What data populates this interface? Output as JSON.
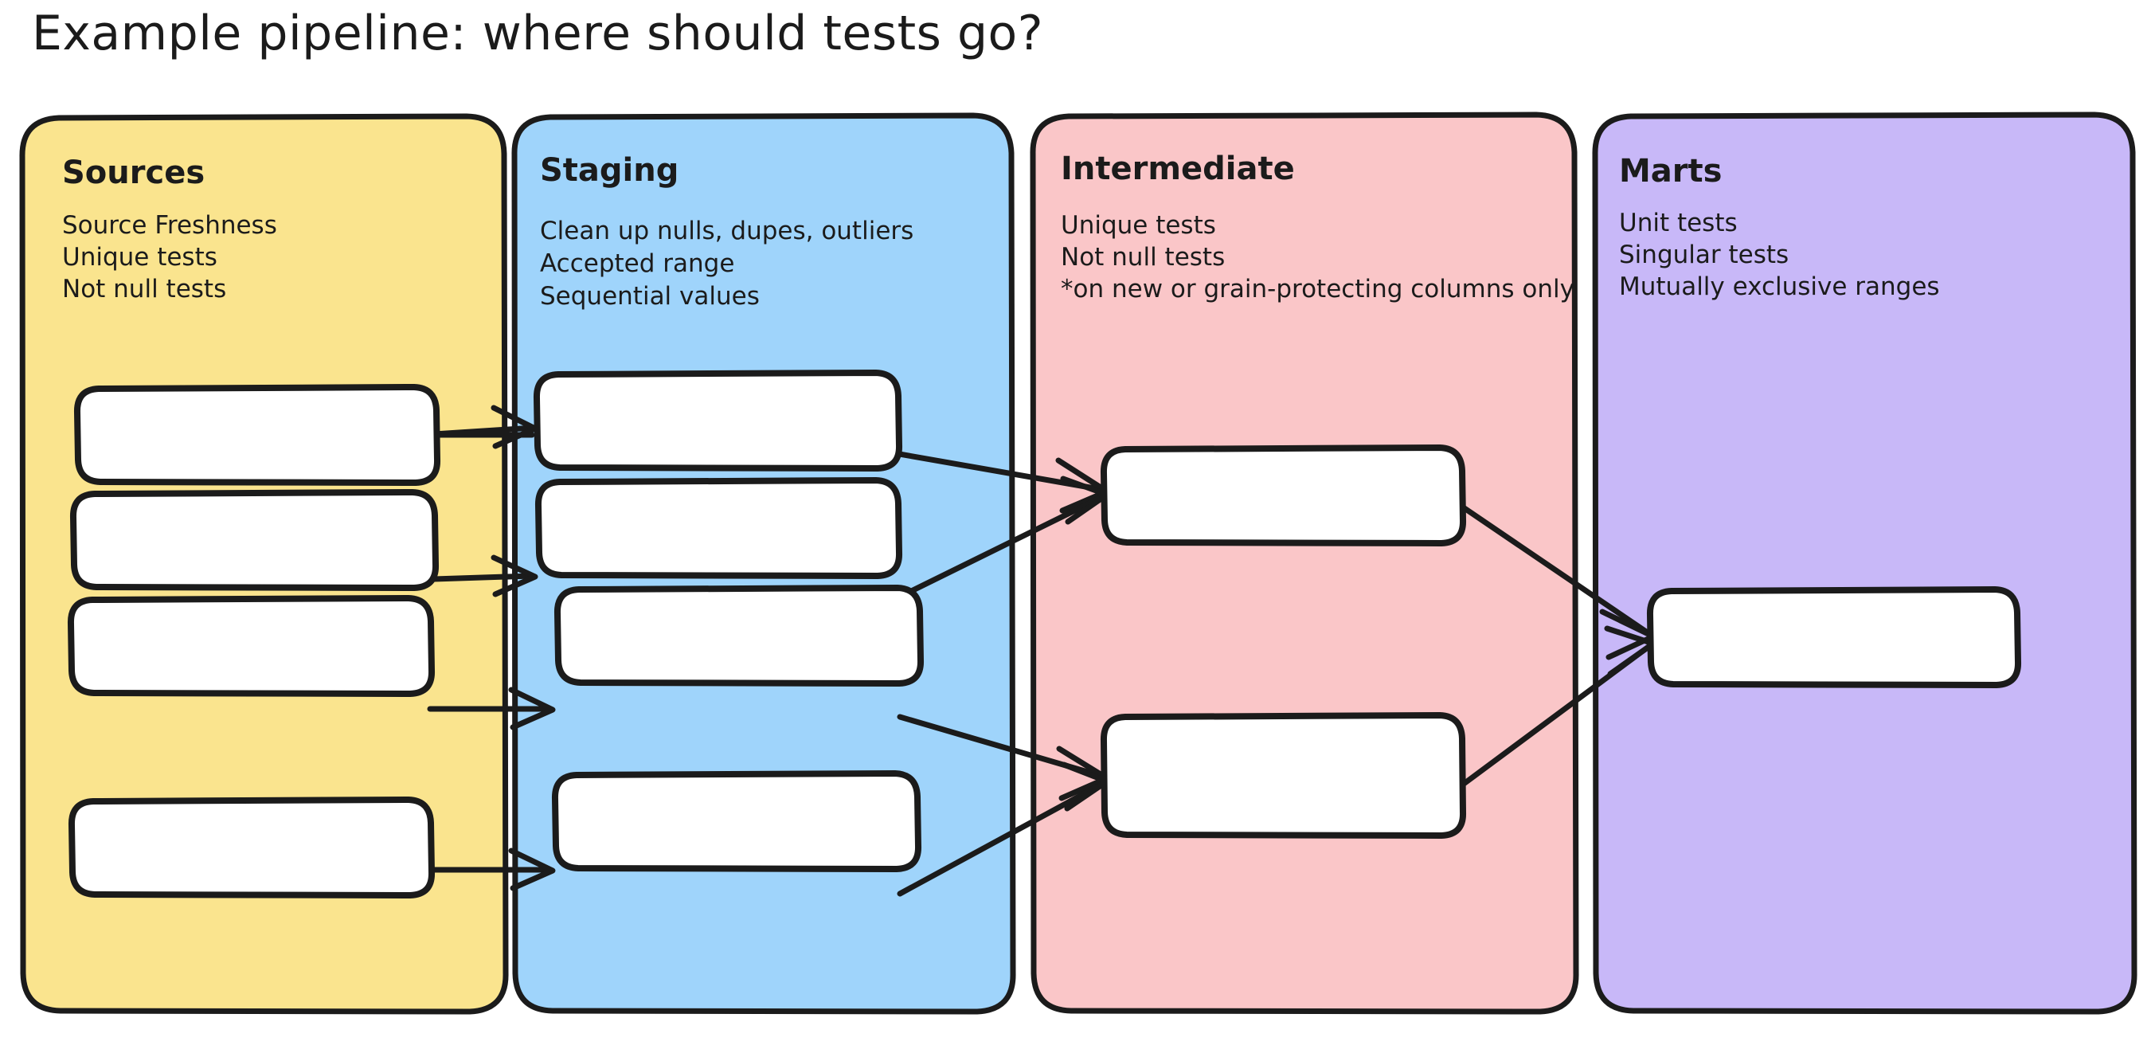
{
  "title": "Example pipeline: where should tests go?",
  "colors": {
    "background": "#ffffff",
    "ink": "#1b1b1b",
    "node_fill": "#ffffff",
    "sources": "#fae48e",
    "staging": "#9fd4fb",
    "intermediate": "#fac6c8",
    "marts": "#c8b8f8"
  },
  "lanes": [
    {
      "id": "sources",
      "title": "Sources",
      "color": "#fae48e",
      "bullets": [
        "Source Freshness",
        "Unique tests",
        "Not null tests"
      ],
      "nodes": [
        {
          "id": "src-1",
          "label": ""
        },
        {
          "id": "src-2",
          "label": ""
        },
        {
          "id": "src-3",
          "label": ""
        },
        {
          "id": "src-4",
          "label": ""
        }
      ]
    },
    {
      "id": "staging",
      "title": "Staging",
      "color": "#9fd4fb",
      "bullets": [
        "Clean up nulls, dupes, outliers",
        "Accepted range",
        "Sequential values"
      ],
      "nodes": [
        {
          "id": "stg-1",
          "label": ""
        },
        {
          "id": "stg-2",
          "label": ""
        },
        {
          "id": "stg-3",
          "label": ""
        },
        {
          "id": "stg-4",
          "label": ""
        }
      ]
    },
    {
      "id": "intermediate",
      "title": "Intermediate",
      "color": "#fac6c8",
      "bullets": [
        "Unique tests",
        "Not null tests",
        "*on new or grain-protecting columns only"
      ],
      "nodes": [
        {
          "id": "int-1",
          "label": ""
        },
        {
          "id": "int-2",
          "label": ""
        }
      ]
    },
    {
      "id": "marts",
      "title": "Marts",
      "color": "#c8b8f8",
      "bullets": [
        "Unit tests",
        "Singular tests",
        "Mutually exclusive ranges"
      ],
      "nodes": [
        {
          "id": "mart-1",
          "label": ""
        }
      ]
    }
  ],
  "edges": [
    {
      "from": "src-1",
      "to": "stg-1"
    },
    {
      "from": "src-2",
      "to": "stg-2"
    },
    {
      "from": "src-3",
      "to": "stg-3"
    },
    {
      "from": "src-4",
      "to": "stg-4"
    },
    {
      "from": "stg-1",
      "to": "int-1"
    },
    {
      "from": "stg-2",
      "to": "int-1"
    },
    {
      "from": "stg-3",
      "to": "int-2"
    },
    {
      "from": "stg-4",
      "to": "int-2"
    },
    {
      "from": "int-1",
      "to": "mart-1"
    },
    {
      "from": "int-2",
      "to": "mart-1"
    }
  ]
}
